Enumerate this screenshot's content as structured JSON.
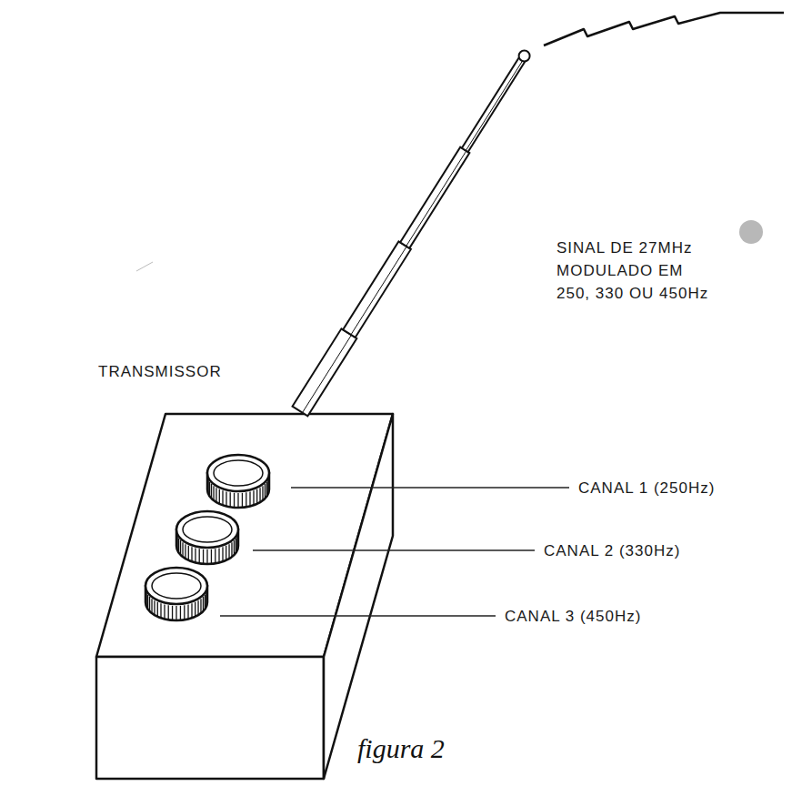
{
  "diagram": {
    "caption": "figura 2",
    "labels": [
      "SINAL DE 27MHz MODULADO EM 250, 330 OU 450Hz",
      "TRANSMISSOR",
      "CANAL 1 (250Hz)",
      "CANAL 2 (330Hz)",
      "CANAL 3 (450Hz)"
    ]
  }
}
